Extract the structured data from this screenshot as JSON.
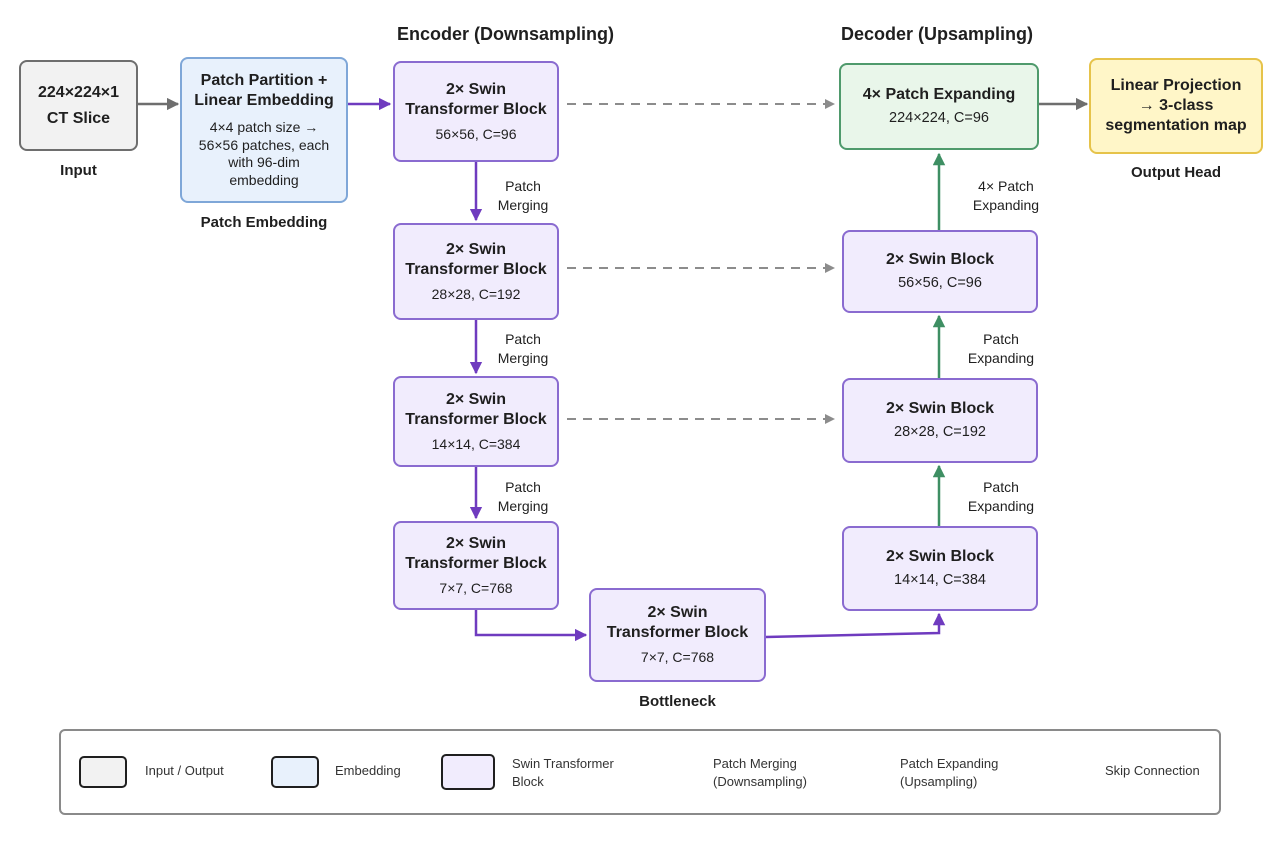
{
  "sections": {
    "encoder": "Encoder (Downsampling)",
    "decoder": "Decoder (Upsampling)"
  },
  "input": {
    "line1": "224×224×1",
    "line2": "CT Slice",
    "label": "Input"
  },
  "embedding": {
    "title": "Patch Partition + Linear Embedding",
    "desc": "4×4 patch size → 56×56 patches, each with 96-dim embedding",
    "label": "Patch Embedding"
  },
  "encoder_blocks": [
    {
      "line1": "2× Swin",
      "line2": "Transformer Block",
      "dims": "56×56, C=96"
    },
    {
      "line1": "2× Swin",
      "line2": "Transformer Block",
      "dims": "28×28, C=192"
    },
    {
      "line1": "2× Swin",
      "line2": "Transformer Block",
      "dims": "14×14, C=384"
    },
    {
      "line1": "2× Swin",
      "line2": "Transformer Block",
      "dims": "7×7, C=768"
    }
  ],
  "bottleneck": {
    "line1": "2× Swin",
    "line2": "Transformer Block",
    "dims": "7×7, C=768",
    "label": "Bottleneck"
  },
  "decoder_blocks": [
    {
      "title": "4× Patch Expanding",
      "dims": "224×224, C=96"
    },
    {
      "title": "2× Swin Block",
      "dims": "56×56, C=96"
    },
    {
      "title": "2× Swin Block",
      "dims": "28×28, C=192"
    },
    {
      "title": "2× Swin Block",
      "dims": "14×14, C=384"
    }
  ],
  "output": {
    "title": "Linear Projection → 3-class segmentation map",
    "label": "Output Head"
  },
  "edge_labels": {
    "merging": [
      "Patch Merging",
      "Patch Merging",
      "Patch Merging"
    ],
    "expanding": [
      "4× Patch Expanding",
      "Patch Expanding",
      "Patch Expanding"
    ]
  },
  "legend": {
    "io": "Input / Output",
    "embedding": "Embedding",
    "swin": "Swin Transformer Block",
    "merging": "Patch Merging (Downsampling)",
    "expanding": "Patch Expanding (Upsampling)",
    "skip": "Skip Connection"
  },
  "colors": {
    "merging_arrow": "#6f3bbf",
    "expanding_arrow": "#3e8f63",
    "skip_arrow": "#8c8c8c",
    "flow_arrow": "#6e6e6e"
  }
}
